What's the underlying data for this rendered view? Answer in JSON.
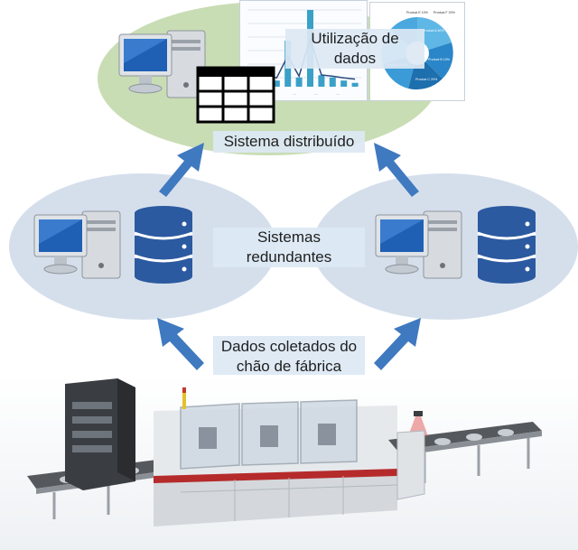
{
  "labels": {
    "data_usage_line1": "Utilização de",
    "data_usage_line2": "dados",
    "distributed_system": "Sistema distribuído",
    "redundant_line1": "Sistemas",
    "redundant_line2": "redundantes",
    "collected_line1": "Dados coletados do",
    "collected_line2": "chão de fábrica"
  },
  "pie_labels": {
    "a": "Product A 40%",
    "b": "Product B 10%",
    "c": "Product C 20%",
    "d": "Product D 30%",
    "e": "Product E 10%",
    "f": "Product F 20%"
  },
  "bar_chart": {
    "values": [
      10,
      15,
      8,
      60,
      12,
      100,
      15,
      12,
      8,
      5
    ]
  },
  "colors": {
    "top_ellipse": "#c9ddb5",
    "side_ellipse": "#d5dfec",
    "arrow": "#3f79c0",
    "db_blue": "#2c5aa0",
    "label_bg": "#dce8f4"
  },
  "icons": [
    "computer-icon",
    "spreadsheet-grid-icon",
    "database-icon",
    "factory-line-image"
  ]
}
